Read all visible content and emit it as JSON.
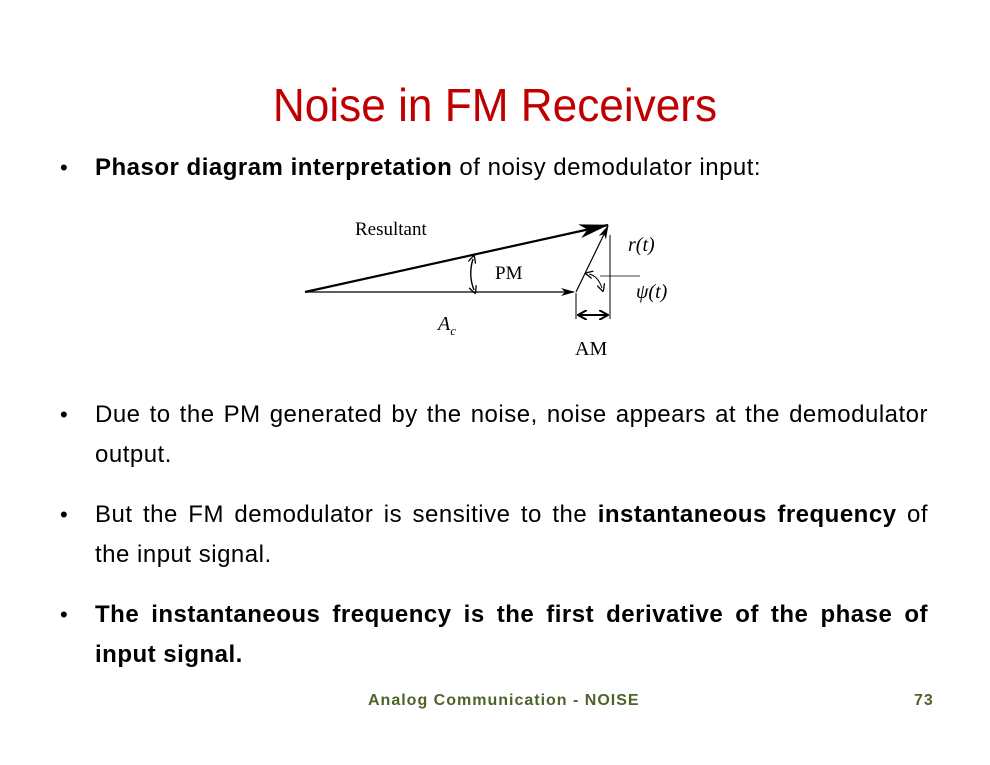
{
  "slide": {
    "title": "Noise in FM Receivers",
    "title_color": "#c00000",
    "bullets": [
      {
        "bold": "Phasor diagram interpretation",
        "text": " of noisy demodulator input:"
      },
      {
        "text": "Due to the PM generated by the noise, noise appears at the demodulator output."
      },
      {
        "text": "But the FM demodulator is sensitive to the ",
        "bold": "instantaneous frequency",
        "text_after": " of the input signal."
      },
      {
        "bold": "The instantaneous frequency is the first derivative of the phase of input signal."
      }
    ],
    "bullet_glyph": "•"
  },
  "diagram": {
    "labels": {
      "resultant": "Resultant",
      "pm": "PM",
      "ac": "A",
      "ac_sub": "c",
      "am": "AM",
      "rt": "r(t)",
      "psi": "ψ(t)"
    }
  },
  "footer": {
    "course": "Analog Communication - NOISE",
    "page_number": "73",
    "color": "#4f6228"
  }
}
